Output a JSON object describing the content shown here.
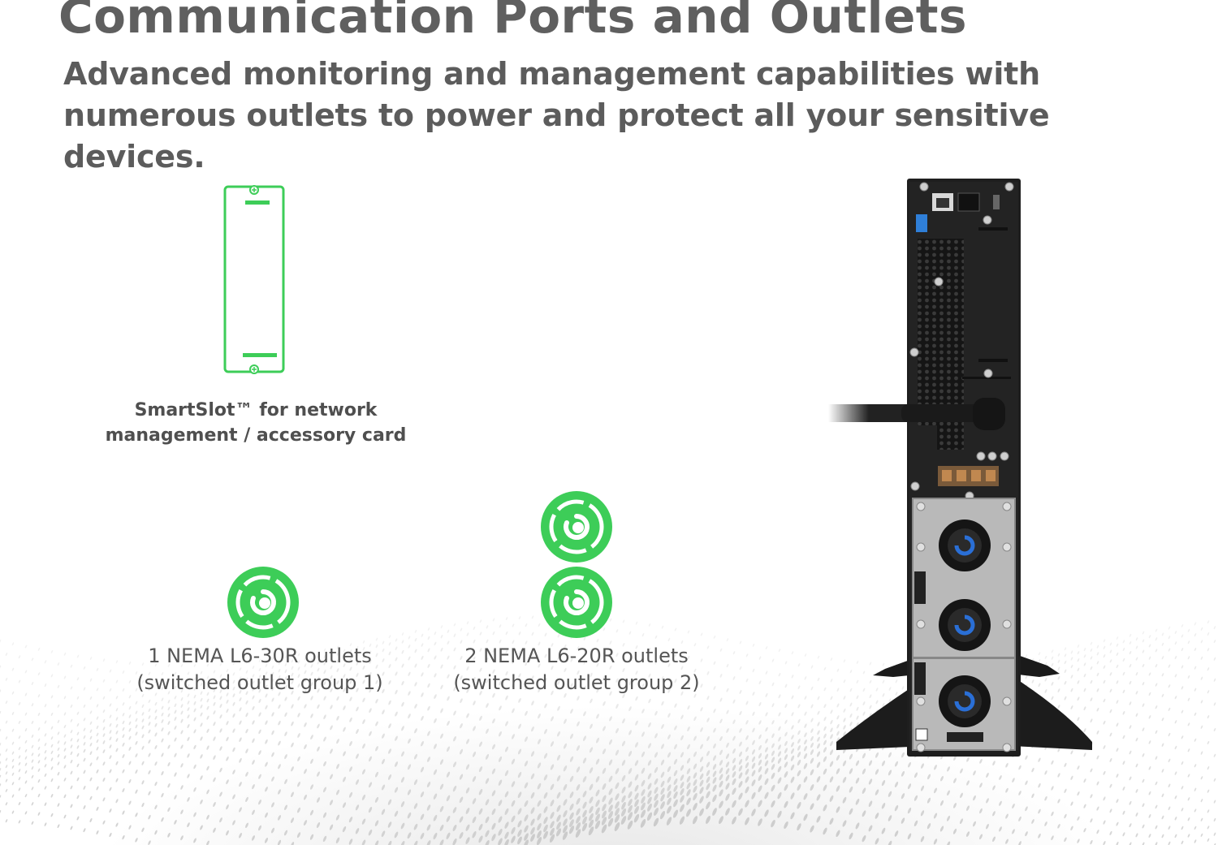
{
  "header": {
    "title": "Communication Ports and Outlets",
    "subtitle": "Advanced monitoring and management capabilities with numerous outlets to power and protect all your sensitive devices."
  },
  "features": [
    {
      "icon": "smartslot-card-icon",
      "line1": "SmartSlot™ for network",
      "line2": "management / accessory card"
    },
    {
      "icon": "nema-l6-30r-outlet-icon",
      "line1": "1 NEMA L6-30R outlets",
      "line2": "(switched outlet group 1)"
    },
    {
      "icon": "nema-l6-20r-outlet-icon",
      "line1": "2 NEMA L6-20R outlets",
      "line2": "(switched outlet group 2)"
    }
  ],
  "colors": {
    "accent_green": "#3dcd58",
    "text_gray": "#5c5c5c",
    "ups_body": "#1e1e1e",
    "outlet_blue": "#2a6fd6"
  }
}
